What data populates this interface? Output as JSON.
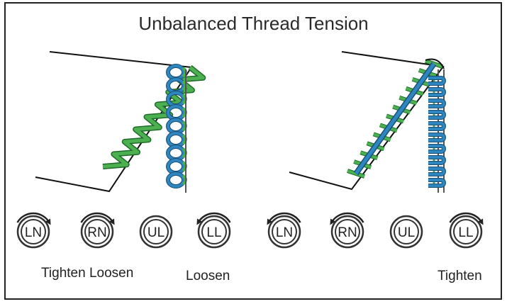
{
  "title": "Unbalanced Thread Tension",
  "colors": {
    "upper_looper": "#4caf50",
    "lower_looper": "#2e86c1",
    "fabric_edge": "#111111",
    "dial": "#333333"
  },
  "panels": [
    {
      "dials": [
        {
          "label": "LN",
          "arrow": "clockwise"
        },
        {
          "label": "RN",
          "arrow": "clockwise"
        },
        {
          "label": "UL",
          "arrow": "none"
        },
        {
          "label": "LL",
          "arrow": "counterclockwise"
        }
      ],
      "captions": [
        "Tighten Loosen",
        "Loosen"
      ]
    },
    {
      "dials": [
        {
          "label": "LN",
          "arrow": "counterclockwise"
        },
        {
          "label": "RN",
          "arrow": "counterclockwise"
        },
        {
          "label": "UL",
          "arrow": "none"
        },
        {
          "label": "LL",
          "arrow": "clockwise"
        }
      ],
      "captions": [
        "Tighten"
      ]
    }
  ]
}
